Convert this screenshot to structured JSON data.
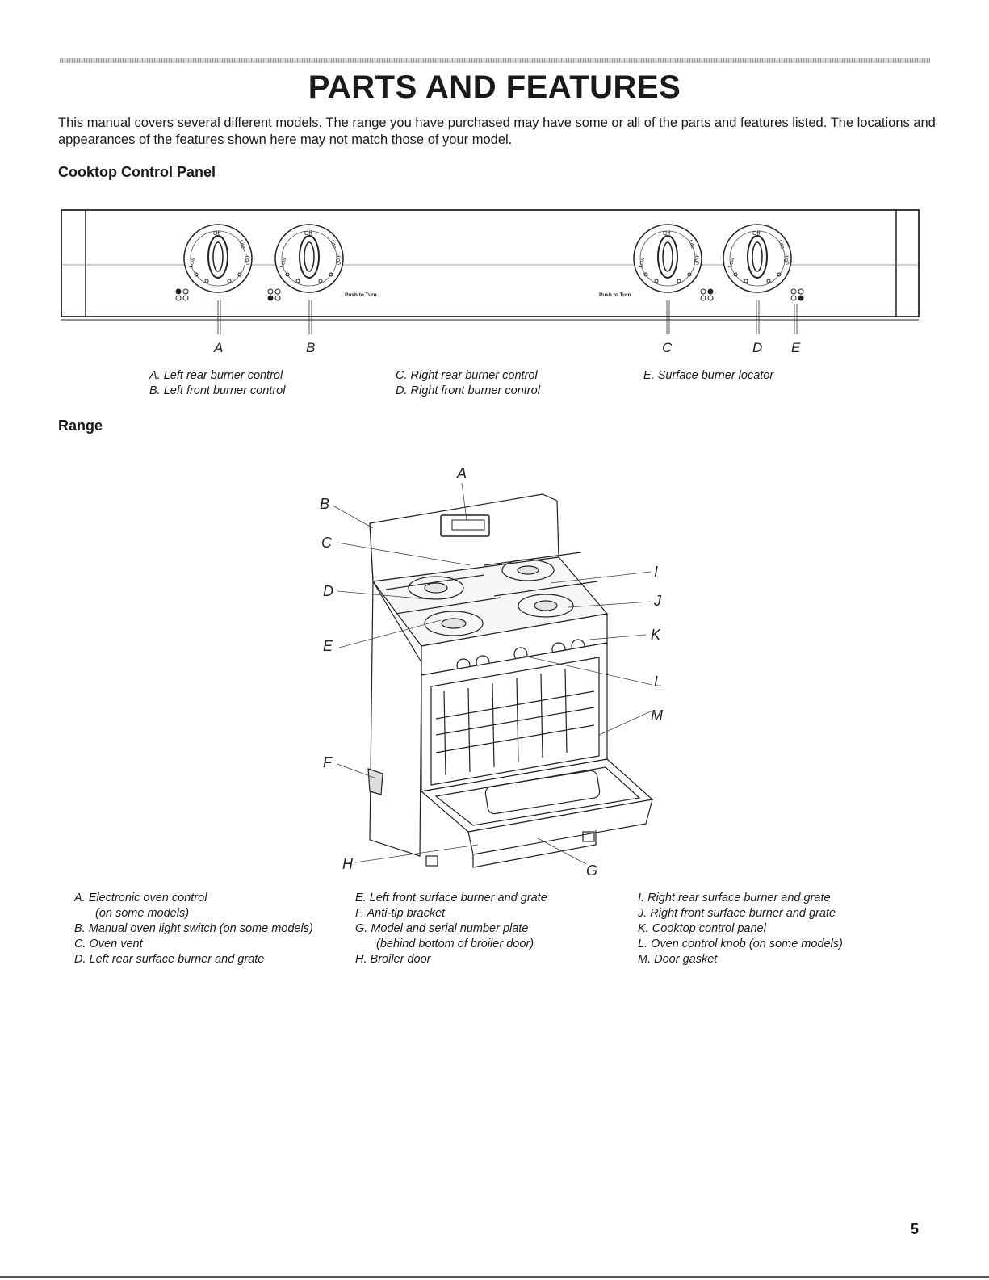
{
  "page": {
    "title": "PARTS AND FEATURES",
    "intro": "This manual covers several different models. The range you have purchased may have some or all of the parts and features listed. The locations and appearances of the features shown here may not match those of your model.",
    "page_number": "5"
  },
  "cooktop": {
    "heading": "Cooktop Control Panel",
    "knob_text": {
      "off": "Off",
      "low": "Low",
      "lite": "Lite",
      "high": "High"
    },
    "push_to_turn": "Push to Turn",
    "callouts": [
      "A",
      "B",
      "C",
      "D",
      "E"
    ],
    "legend": {
      "a": "A. Left rear burner control",
      "b": "B. Left front burner control",
      "c": "C. Right rear burner control",
      "d": "D. Right front burner control",
      "e": "E. Surface burner locator"
    }
  },
  "range": {
    "heading": "Range",
    "callouts": [
      "A",
      "B",
      "C",
      "D",
      "E",
      "F",
      "G",
      "H",
      "I",
      "J",
      "K",
      "L",
      "M"
    ],
    "legend": {
      "a": "A. Electronic oven control",
      "a_sub": "(on some models)",
      "b": "B. Manual oven light switch (on some models)",
      "c": "C. Oven vent",
      "d": "D. Left rear surface burner and grate",
      "e": "E. Left front surface burner and grate",
      "f": "F. Anti-tip bracket",
      "g": "G. Model and serial number plate",
      "g_sub": "(behind bottom of broiler door)",
      "h": "H. Broiler door",
      "i": "I. Right rear surface burner and grate",
      "j": "J. Right front surface burner and grate",
      "k": "K. Cooktop control panel",
      "l": "L. Oven control knob (on some models)",
      "m": "M. Door gasket"
    }
  }
}
